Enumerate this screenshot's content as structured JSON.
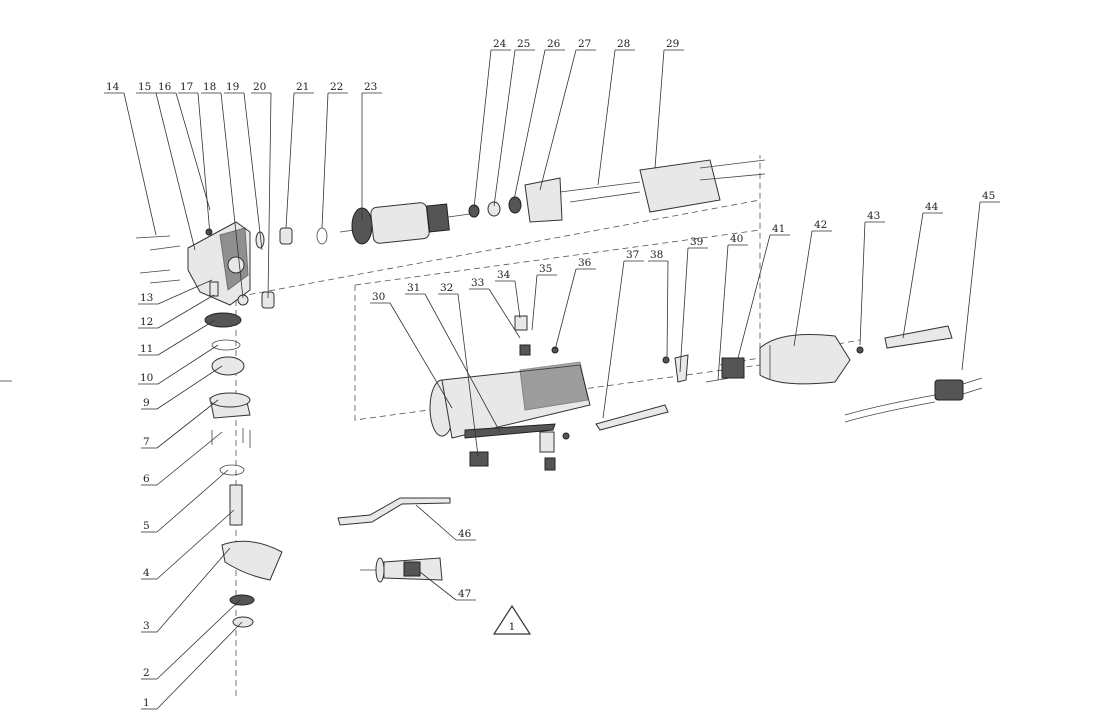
{
  "part_labels": {
    "p1": "1",
    "p2": "2",
    "p3": "3",
    "p4": "4",
    "p5": "5",
    "p6": "6",
    "p7": "7",
    "p9": "9",
    "p10": "10",
    "p11": "11",
    "p12": "12",
    "p13": "13",
    "p14": "14",
    "p15": "15",
    "p16": "16",
    "p17": "17",
    "p18": "18",
    "p19": "19",
    "p20": "20",
    "p21": "21",
    "p22": "22",
    "p23": "23",
    "p24": "24",
    "p25": "25",
    "p26": "26",
    "p27": "27",
    "p28": "28",
    "p29": "29",
    "p30": "30",
    "p31": "31",
    "p32": "32",
    "p33": "33",
    "p34": "34",
    "p35": "35",
    "p36": "36",
    "p37": "37",
    "p38": "38",
    "p39": "39",
    "p40": "40",
    "p41": "41",
    "p42": "42",
    "p43": "43",
    "p44": "44",
    "p45": "45",
    "p46": "46",
    "p47": "47"
  },
  "warning_mark": "1",
  "colors": {
    "ink": "#333333",
    "paper": "#ffffff"
  }
}
